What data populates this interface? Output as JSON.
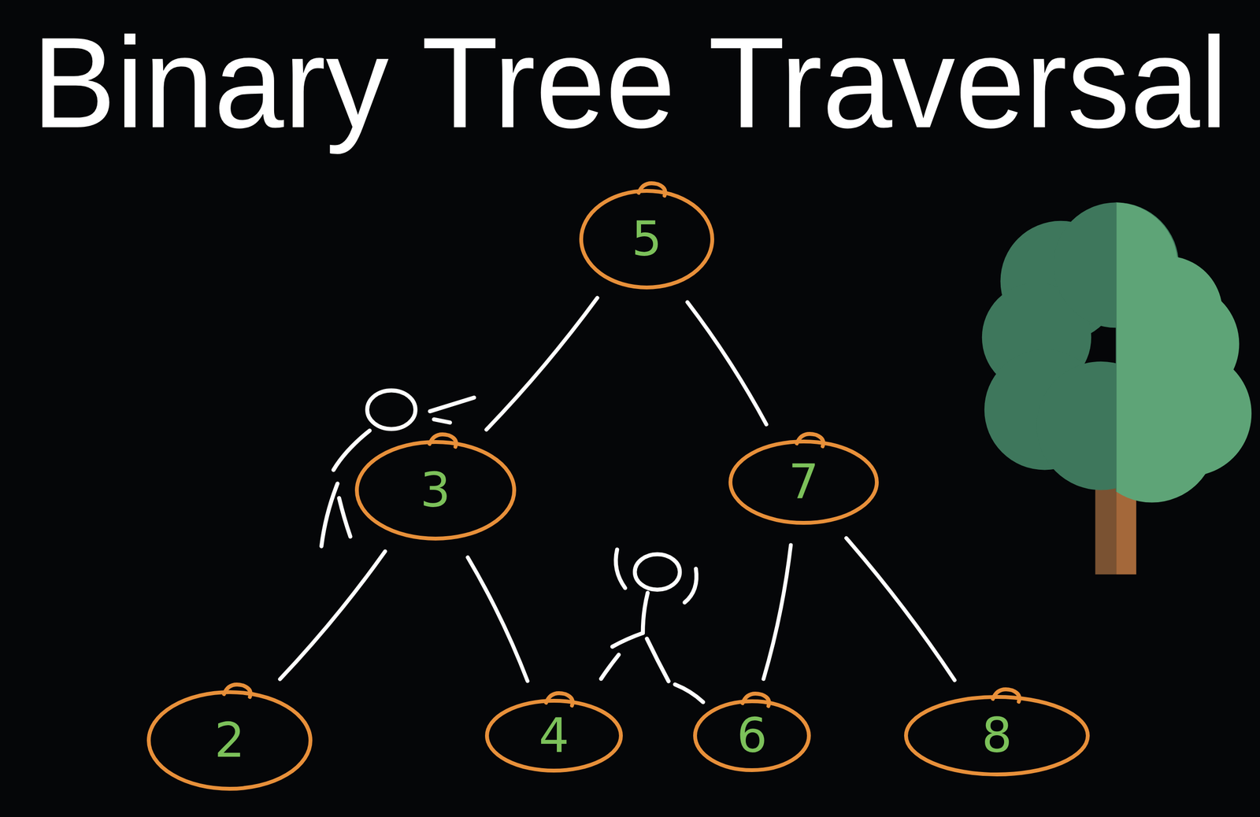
{
  "diagram": {
    "title": "Binary Tree Traversal",
    "nodes": [
      {
        "text": [
          "5"
        ]
      },
      {
        "text": [
          "3"
        ]
      },
      {
        "text": [
          "7"
        ]
      },
      {
        "text": [
          "2"
        ]
      },
      {
        "text": [
          "4"
        ]
      },
      {
        "text": [
          "6"
        ]
      },
      {
        "text": [
          "8"
        ]
      }
    ],
    "edges": [
      {
        "from": 0,
        "to": 1,
        "arrow": "none"
      },
      {
        "from": 0,
        "to": 2,
        "arrow": "none"
      },
      {
        "from": 1,
        "to": 3,
        "arrow": "none"
      },
      {
        "from": 1,
        "to": 4,
        "arrow": "none"
      },
      {
        "from": 2,
        "to": 5,
        "arrow": "none"
      },
      {
        "from": 2,
        "to": 6,
        "arrow": "none"
      }
    ]
  }
}
